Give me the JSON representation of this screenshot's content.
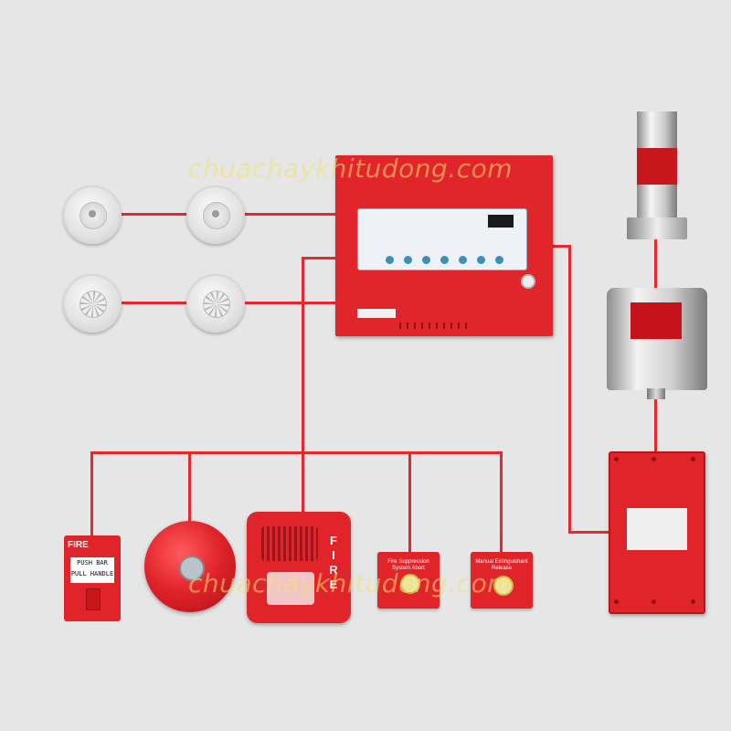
{
  "watermark": "chuachaykhitudong.com",
  "colors": {
    "wire": "#e8262d",
    "device_red": "#e1232a",
    "background": "#e6e6e6"
  },
  "devices": {
    "smoke_detectors": [
      "smoke-detector",
      "smoke-detector"
    ],
    "heat_detectors": [
      "heat-detector",
      "heat-detector"
    ],
    "control_panel": "fire-alarm-control-panel",
    "cylinder": "extinguishing-agent-cylinder",
    "release_module": "release-control-box",
    "manual_call_point": {
      "title": "FIRE",
      "plate_line1": "PUSH BAR",
      "plate_line2": "PULL HANDLE"
    },
    "bell": "fire-bell",
    "horn_strobe": {
      "label": "FIRE"
    },
    "abort_station": {
      "label": "Fire Suppression System Abort"
    },
    "release_station": {
      "label": "Manual Extinguishant Release"
    }
  }
}
